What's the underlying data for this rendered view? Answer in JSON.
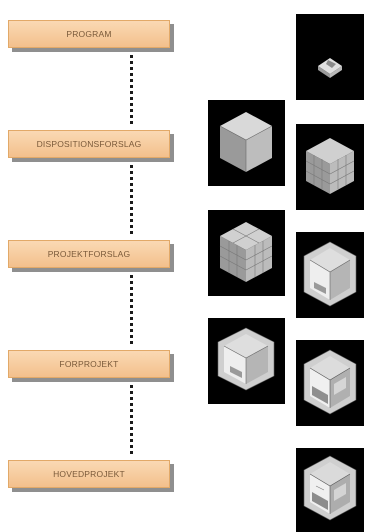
{
  "phases": [
    {
      "label": "PROGRAM"
    },
    {
      "label": "DISPOSITIONSFORSLAG"
    },
    {
      "label": "PROJEKTFORSLAG"
    },
    {
      "label": "FORPROJEKT"
    },
    {
      "label": "HOVEDPROJEKT"
    }
  ],
  "colors": {
    "box_fill": "#f6c894",
    "box_border": "#e2a968",
    "box_text": "#7a5a3a",
    "connector": "#1a1a1a",
    "thumb_bg": "#000000"
  },
  "thumbnails": {
    "left_column": [
      {
        "icon": "solid-cube-icon"
      },
      {
        "icon": "gridded-cube-icon"
      },
      {
        "icon": "open-room-cube-icon"
      }
    ],
    "right_column": [
      {
        "icon": "small-massing-icon"
      },
      {
        "icon": "gridded-cube-icon"
      },
      {
        "icon": "open-room-cube-icon"
      },
      {
        "icon": "open-room-cube-detailed-icon"
      },
      {
        "icon": "open-room-cube-final-icon"
      }
    ]
  }
}
